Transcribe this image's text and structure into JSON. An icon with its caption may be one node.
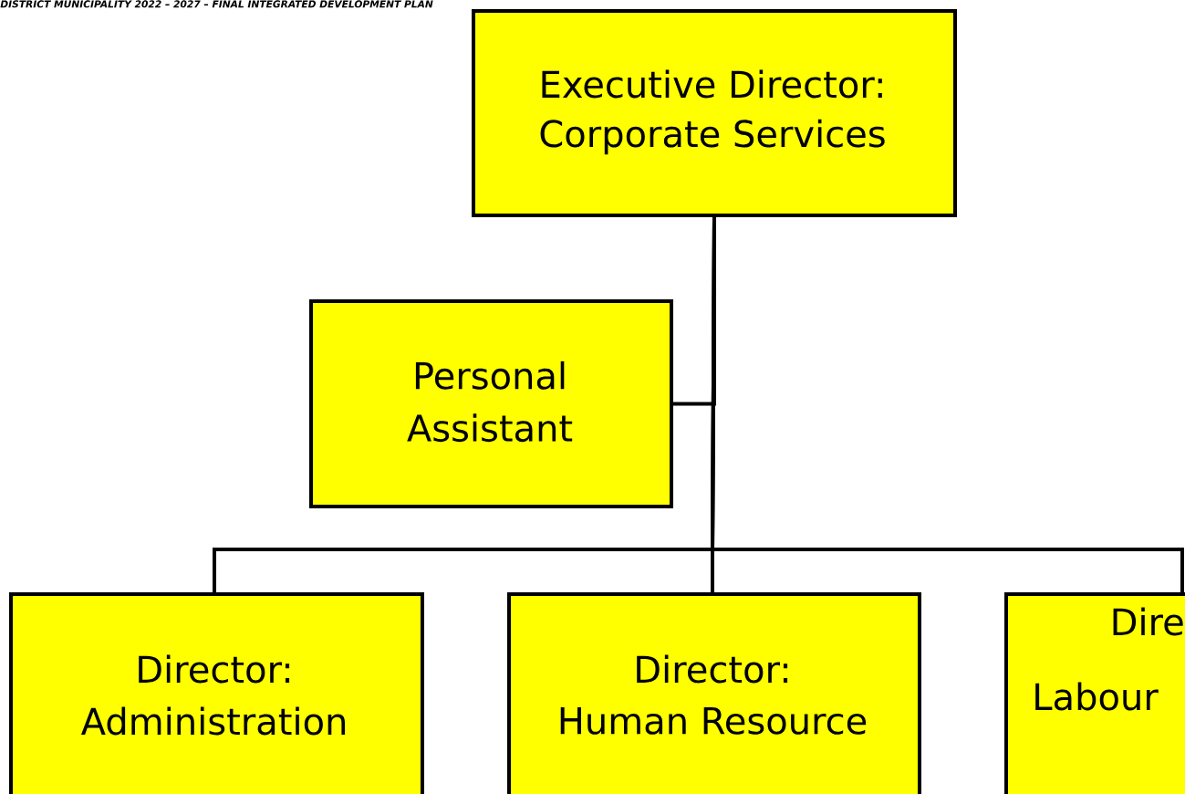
{
  "diagram": {
    "nodes": [
      {
        "text": [
          "Executive Director:",
          "Corporate Services"
        ]
      },
      {
        "text": [
          "Personal Assistant"
        ]
      },
      {
        "text": [
          "Director:",
          "Administration"
        ]
      },
      {
        "text": [
          "Director:",
          "Human Resource"
        ]
      },
      {
        "text": [
          "Dire",
          "Labour"
        ]
      }
    ],
    "edges": [
      {
        "from": 0,
        "to": 1,
        "arrow": "none"
      },
      {
        "from": 0,
        "to": 2,
        "arrow": "none"
      },
      {
        "from": 0,
        "to": 3,
        "arrow": "none"
      },
      {
        "from": 0,
        "to": 4,
        "arrow": "none"
      }
    ],
    "labels": [
      "DISTRICT MUNICIPALITY 2022 – 2027 – FINAL INTEGRATED DEVELOPMENT PLAN"
    ]
  }
}
